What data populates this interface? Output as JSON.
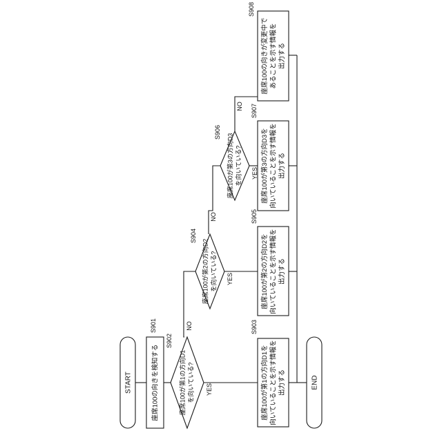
{
  "terminals": {
    "start": "START",
    "end": "END"
  },
  "steps": {
    "s901": {
      "id": "S901",
      "lines": [
        "座席100の向きを検知する"
      ]
    },
    "s902": {
      "id": "S902",
      "lines": [
        "座席100が第1の方向D1",
        "を向いている?"
      ]
    },
    "s903": {
      "id": "S903",
      "lines": [
        "座席100が第1の方向D1を",
        "向いていることを示す情報を",
        "出力する"
      ]
    },
    "s904": {
      "id": "S904",
      "lines": [
        "座席100が第2の方向D2",
        "を向いている?"
      ]
    },
    "s905": {
      "id": "S905",
      "lines": [
        "座席100が第2の方向D2を",
        "向いていることを示す情報を",
        "出力する"
      ]
    },
    "s906": {
      "id": "S906",
      "lines": [
        "座席100が第3の方向D3",
        "を向いている?"
      ]
    },
    "s907": {
      "id": "S907",
      "lines": [
        "座席100が第3の方向D3を",
        "向いていることを示す情報を",
        "出力する"
      ]
    },
    "s908": {
      "id": "S908",
      "lines": [
        "座席100の向きが変更中で",
        "あることを示す情報を",
        "出力する"
      ]
    }
  },
  "labels": {
    "yes": "YES",
    "no": "NO"
  }
}
